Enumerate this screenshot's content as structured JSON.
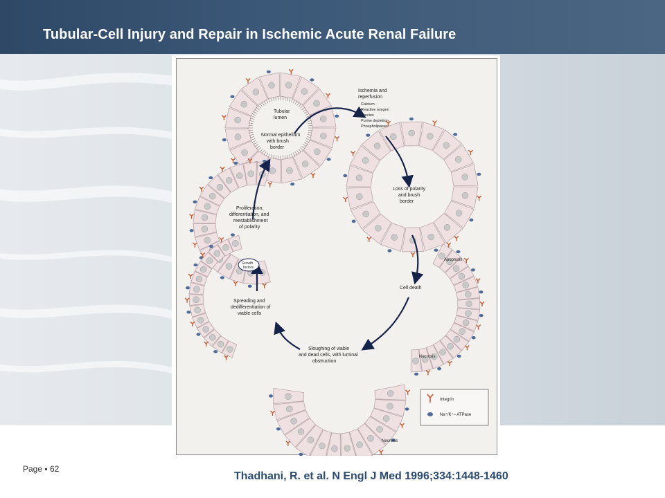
{
  "slide": {
    "title": "Tubular-Cell Injury and Repair in Ischemic Acute Renal Failure",
    "page_label": "Page",
    "page_number": "62",
    "citation": "Thadhani, R. et al. N Engl J Med 1996;334:1448-1460"
  },
  "figure": {
    "labels": {
      "tubular_lumen": [
        "Tubular",
        "lumen"
      ],
      "normal_epithelium": [
        "Normal epithelium",
        "with brush",
        "border"
      ],
      "ischemia": [
        "Ischemia and",
        "reperfusion"
      ],
      "ischemia_factors": [
        "Calcium",
        "Reactive oxygen",
        "species",
        "Purine depletion",
        "Phospholipases"
      ],
      "loss_polarity": [
        "Loss of polarity",
        "and brush",
        "border"
      ],
      "proliferation": [
        "Proliferation,",
        "differentiation, and",
        "reestablishment",
        "of polarity"
      ],
      "growth_factors": [
        "Growth",
        "factors"
      ],
      "apoptosis": "Apoptosis",
      "cell_death": "Cell death",
      "spreading": [
        "Spreading and",
        "dedifferentiation of",
        "viable cells"
      ],
      "necrosis_right": "Necrosis",
      "sloughing": [
        "Sloughing of viable",
        "and dead cells, with luminal",
        "obstruction"
      ],
      "necrosis_bottom": "Necrosis"
    },
    "legend": {
      "integrin": "Integrin",
      "atpase": "Na⁺/K⁺– ATPase"
    },
    "colors": {
      "cell_fill": "#efe0e2",
      "cell_border": "#b9a6ab",
      "nucleus": "#c9c9c9",
      "integrin": "#c8572a",
      "atpase": "#4c6a9a",
      "arrow": "#15224a"
    }
  }
}
